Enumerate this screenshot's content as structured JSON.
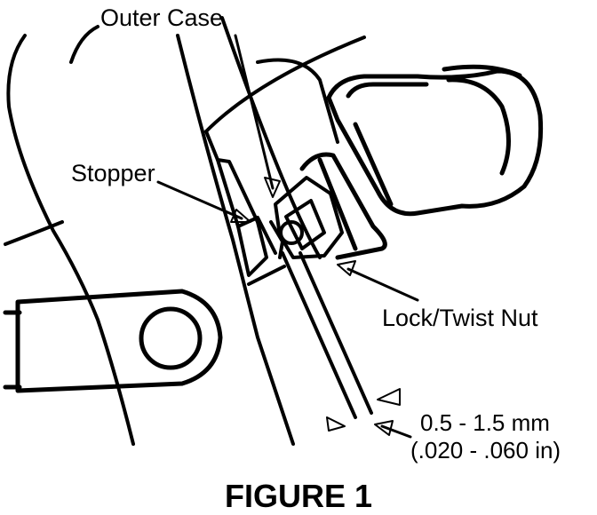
{
  "labels": {
    "outer_case": "Outer Case",
    "stopper": "Stopper",
    "lock_twist_nut": "Lock/Twist Nut",
    "clearance_mm": "0.5 - 1.5 mm",
    "clearance_in": "(.020 - .060 in)"
  },
  "caption": "FIGURE 1",
  "colors": {
    "ink": "#000000",
    "paper": "#ffffff"
  }
}
